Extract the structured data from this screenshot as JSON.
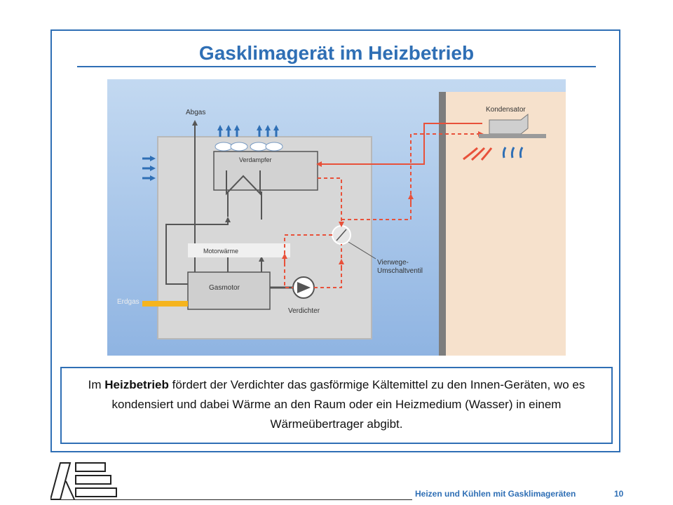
{
  "slide": {
    "title": "Gasklimagerät im Heizbetrieb",
    "description_prefix": "Im ",
    "description_bold": "Heizbetrieb",
    "description_rest": " fördert der Verdichter das gasförmige Kältemittel zu den Innen-Geräten, wo es kondensiert und dabei Wärme an den Raum oder ein Heizmedium (Wasser) in einem Wärmeübertrager abgibt."
  },
  "diagram": {
    "labels": {
      "abgas": "Abgas",
      "verdampfer": "Verdampfer",
      "motorwaerme": "Motorwärme",
      "gasmotor": "Gasmotor",
      "erdgas": "Erdgas",
      "verdichter": "Verdichter",
      "vierwege_1": "Vierwege-",
      "vierwege_2": "Umschaltventil",
      "kondensator": "Kondensator"
    },
    "colors": {
      "background_blue": "#a9c8ea",
      "unit_gray": "#d7d7d7",
      "room_beige": "#f6e1cc",
      "refrigerant_red": "#e8513a",
      "air_blue": "#2f6fb5",
      "gas_yellow": "#f5b41e"
    }
  },
  "footer": {
    "title": "Heizen und Kühlen mit Gasklimageräten",
    "page": "10"
  }
}
